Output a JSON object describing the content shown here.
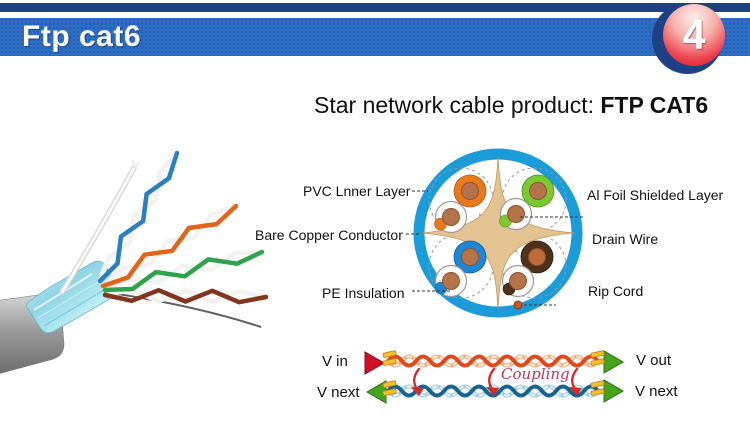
{
  "header": {
    "title": "Ftp cat6",
    "page_number": "4"
  },
  "main_title": {
    "regular": "Star network cable product: ",
    "bold": "FTP CAT6"
  },
  "cross_section_labels": {
    "pvc_inner_layer": "PVC Lnner Layer",
    "bare_copper_conductor": "Bare Copper Conductor",
    "pe_insulation": "PE Insulation",
    "al_foil_shielded_layer": "Al Foil Shielded Layer",
    "drain_wire": "Drain Wire",
    "rip_cord": "Rip Cord"
  },
  "signal_diagram": {
    "v_in": "V in",
    "v_out": "V out",
    "v_next_left": "V next",
    "v_next_right": "V next",
    "coupling": "Coupling"
  },
  "colors": {
    "banner_blue": "#2e6ec6",
    "top_navy": "#1e4186",
    "badge_red": "#e5101f",
    "sheath_ring_blue": "#1b9cd8",
    "spline_tan": "#e3c392",
    "pair_orange": "#e87a1e",
    "pair_green": "#7cc832",
    "pair_blue": "#1e86d2",
    "pair_brown": "#4f3118",
    "copper": "#b5734a",
    "coupling_text": "#c8325c"
  }
}
